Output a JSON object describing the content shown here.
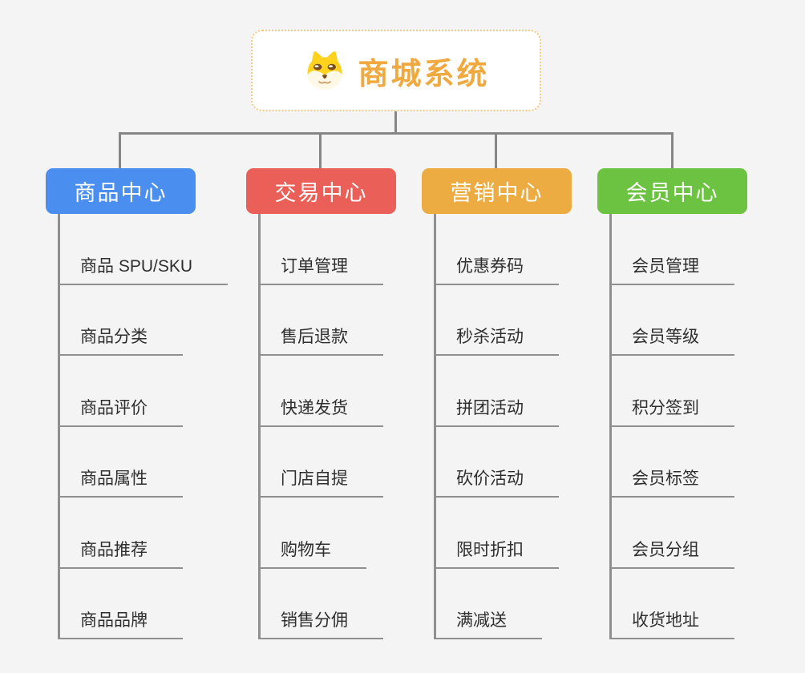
{
  "diagram": {
    "background": "#f4f4f4",
    "connector_color": "#868686",
    "underline_color": "#8f8f8f",
    "root": {
      "label": "商城系统",
      "icon": "shiba-dog-icon",
      "text_color": "#f0a93e",
      "border_color": "#f4c887",
      "background": "#ffffff"
    },
    "branches": [
      {
        "label": "商品中心",
        "color": "#4a8ff0",
        "children": [
          "商品 SPU/SKU",
          "商品分类",
          "商品评价",
          "商品属性",
          "商品推荐",
          "商品品牌"
        ]
      },
      {
        "label": "交易中心",
        "color": "#ea5f57",
        "children": [
          "订单管理",
          "售后退款",
          "快递发货",
          "门店自提",
          "购物车",
          "销售分佣"
        ]
      },
      {
        "label": "营销中心",
        "color": "#ecac42",
        "children": [
          "优惠券码",
          "秒杀活动",
          "拼团活动",
          "砍价活动",
          "限时折扣",
          "满减送"
        ]
      },
      {
        "label": "会员中心",
        "color": "#6cc241",
        "children": [
          "会员管理",
          "会员等级",
          "积分签到",
          "会员标签",
          "会员分组",
          "收货地址"
        ]
      }
    ]
  }
}
